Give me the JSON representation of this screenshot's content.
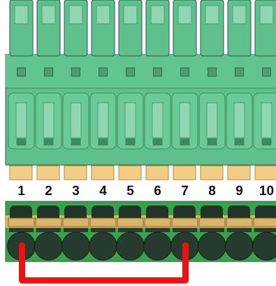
{
  "diagram": {
    "pins": [
      {
        "number": "1"
      },
      {
        "number": "2"
      },
      {
        "number": "3"
      },
      {
        "number": "4"
      },
      {
        "number": "5"
      },
      {
        "number": "6"
      },
      {
        "number": "7"
      },
      {
        "number": "8"
      },
      {
        "number": "9"
      },
      {
        "number": "10"
      }
    ],
    "jumper": {
      "from_pin": "1",
      "to_pin": "7"
    },
    "colors": {
      "plug_body": "#5fc08d",
      "plug_dark": "#4a9f72",
      "plug_light": "#8fd7b0",
      "outline": "#2d5a40",
      "contact_tab": "#f3cc85",
      "header_base": "#3aa24f",
      "screw": "#263a2e",
      "clamp": "#223428",
      "clamp_gold": "#d8b56a",
      "jumper_wire": "#ee1111"
    }
  }
}
